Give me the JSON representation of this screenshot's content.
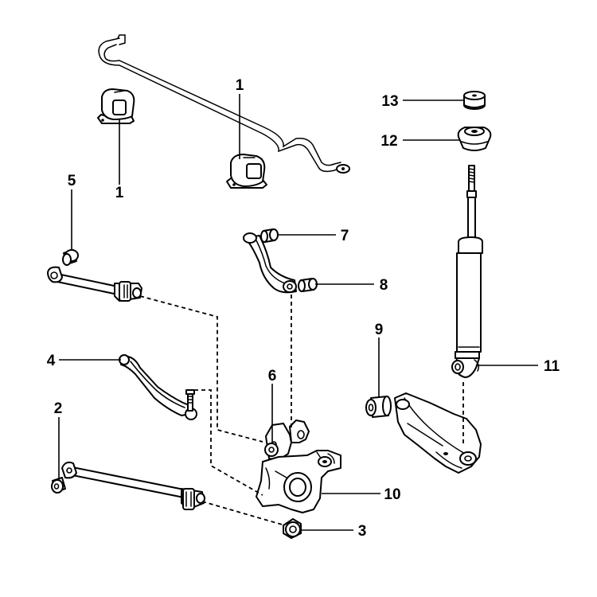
{
  "callouts": {
    "c1a": "1",
    "c1b": "1",
    "c2": "2",
    "c3": "3",
    "c4": "4",
    "c5": "5",
    "c6": "6",
    "c7": "7",
    "c8": "8",
    "c9": "9",
    "c10": "10",
    "c11": "11",
    "c12": "12",
    "c13": "13"
  }
}
